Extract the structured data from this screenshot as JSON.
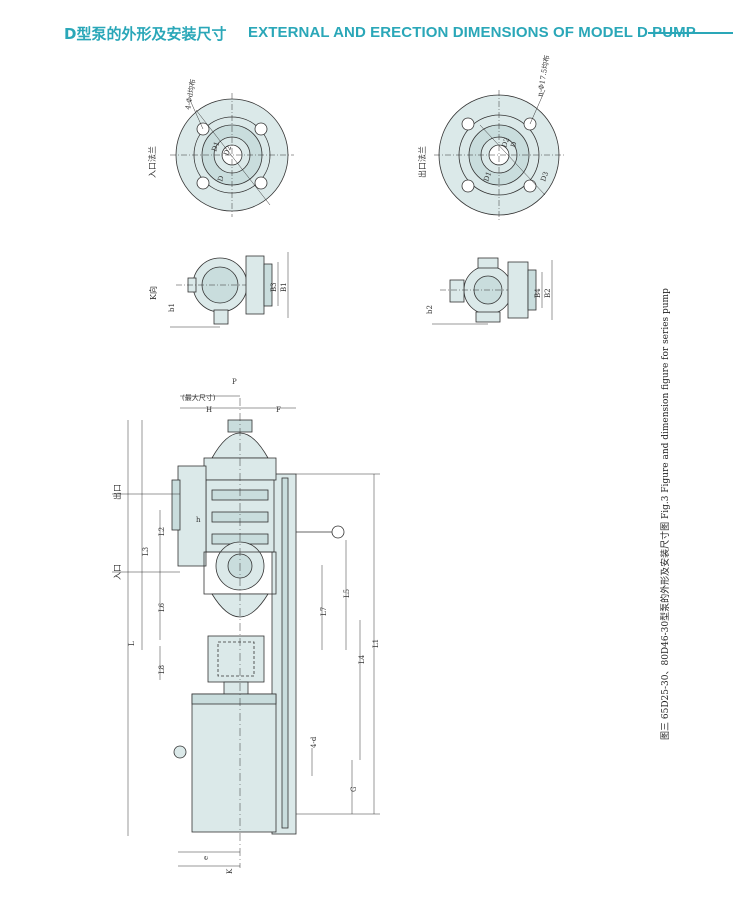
{
  "header": {
    "title_cn": "D型泵的外形及安装尺寸",
    "title_en": "EXTERNAL AND ERECTION DIMENSIONS OF MODEL D PUMP",
    "accent_color": "#2aa7b8"
  },
  "inlet_flange": {
    "name": "入口法兰",
    "holes": "4-Φd均布",
    "d1": "D1",
    "d2": "D2",
    "d": "D"
  },
  "outlet_flange": {
    "name": "出口法兰",
    "holes": "n-Φ17.5均布",
    "d1": "D1",
    "d2": "D2",
    "d": "D",
    "d3": "D3"
  },
  "k_view": {
    "name": "K向",
    "dims": [
      "b1",
      "B3",
      "B1"
    ]
  },
  "end_view": {
    "dims": [
      "b2",
      "B4",
      "B2"
    ]
  },
  "main_view": {
    "top_dims": [
      "(最大尺寸)",
      "H",
      "F",
      "P"
    ],
    "left_labels": [
      "出口",
      "入口"
    ],
    "left_dims": [
      "L3",
      "L2",
      "L6",
      "L",
      "L8",
      "h"
    ],
    "right_dims": [
      "L5",
      "L7",
      "L4",
      "L1",
      "4-d",
      "G"
    ],
    "bottom_dims": [
      "e",
      "K"
    ]
  },
  "caption": "图三  65D25-30、80D46-30型泵的外形及安装尺寸图 Fig.3 Figure and dimension figure for series pump",
  "colors": {
    "fill": "#dbe9e9",
    "stroke": "#333333"
  }
}
